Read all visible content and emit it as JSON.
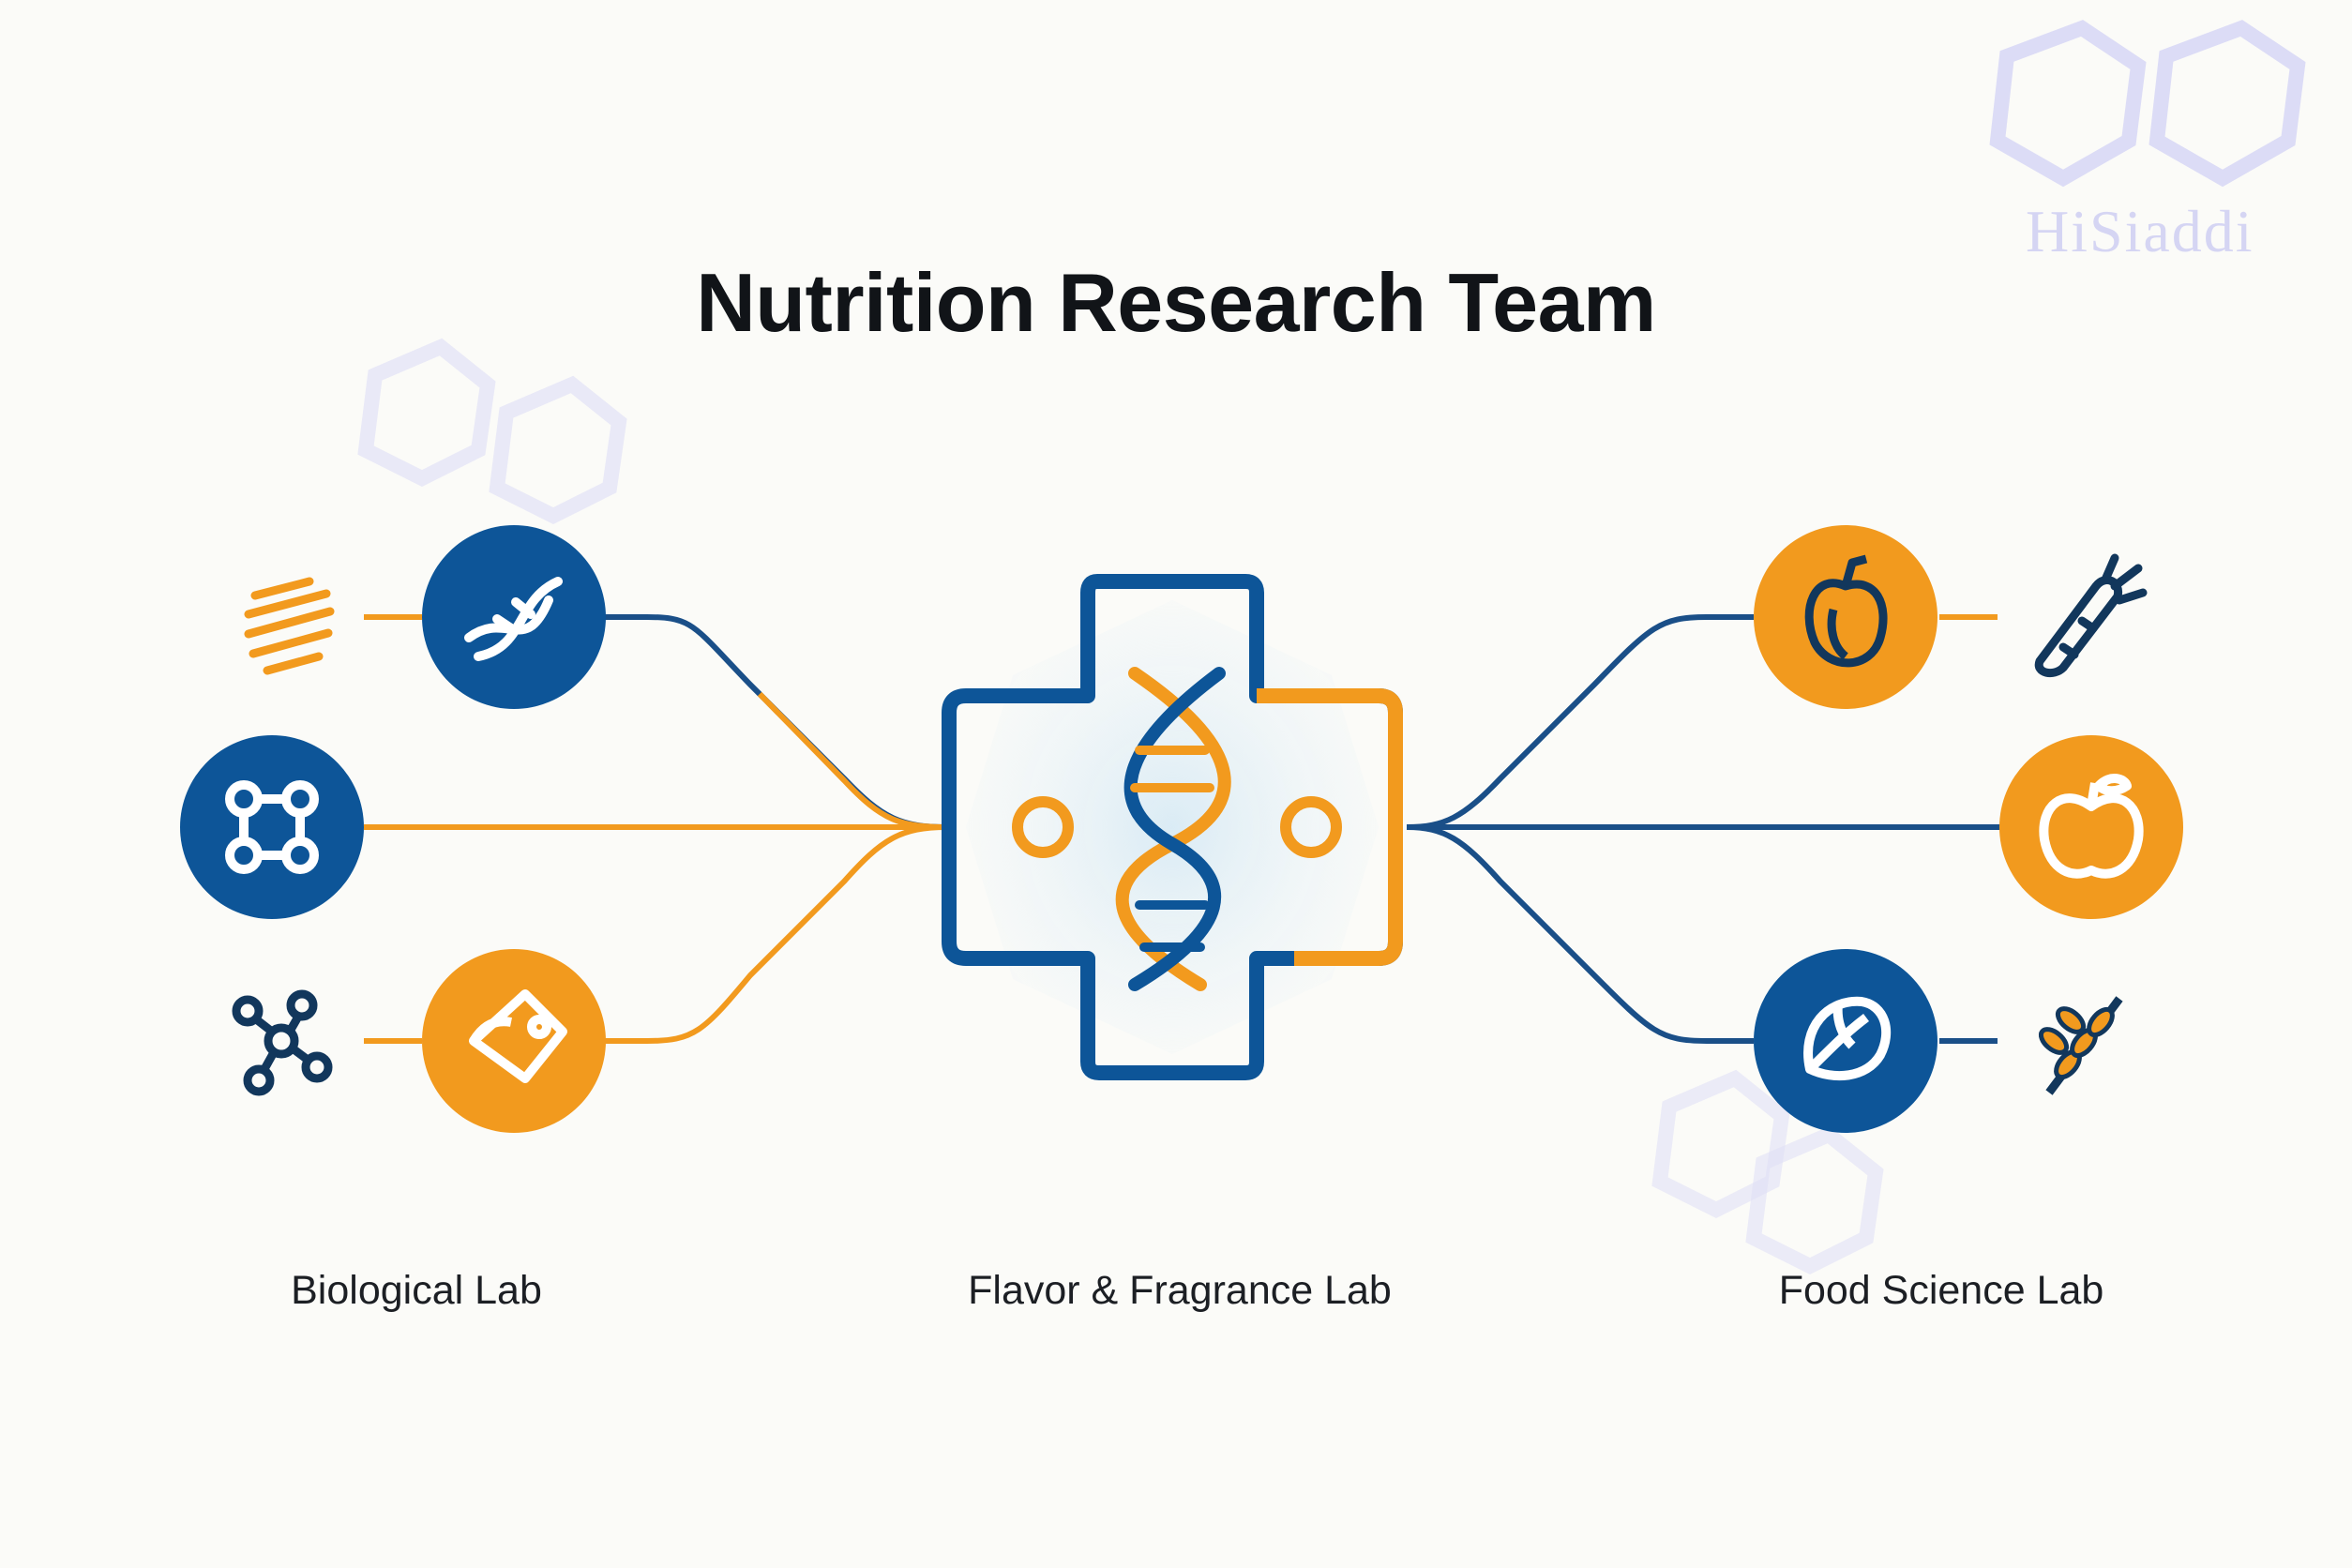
{
  "title": "Nutrition Research Team",
  "labs": [
    {
      "name": "Biological Lab"
    },
    {
      "name": "Flavor & Fragrance Lab"
    },
    {
      "name": "Food Science Lab"
    }
  ],
  "nodes": {
    "left_top": {
      "icon": "dna-icon",
      "color": "blue"
    },
    "left_middle": {
      "icon": "molecule-network-icon",
      "color": "blue"
    },
    "left_bottom": {
      "icon": "cheese-wedge-icon",
      "color": "orange"
    },
    "left_top_satellite": {
      "icon": "striped-sphere-icon"
    },
    "left_bottom_satellite": {
      "icon": "molecule-icon"
    },
    "right_top": {
      "icon": "pepper-icon",
      "color": "orange"
    },
    "right_middle": {
      "icon": "apple-icon",
      "color": "orange"
    },
    "right_bottom": {
      "icon": "leafy-greens-icon",
      "color": "blue"
    },
    "right_top_satellite": {
      "icon": "carrot-icon"
    },
    "right_bottom_satellite": {
      "icon": "wheat-icon"
    },
    "center": {
      "icon": "dna-cross-hub-icon"
    }
  },
  "watermark": "HiSiaddi",
  "colors": {
    "blue": "#0d5598",
    "orange": "#f29a1e",
    "ink": "#1c3a56"
  }
}
